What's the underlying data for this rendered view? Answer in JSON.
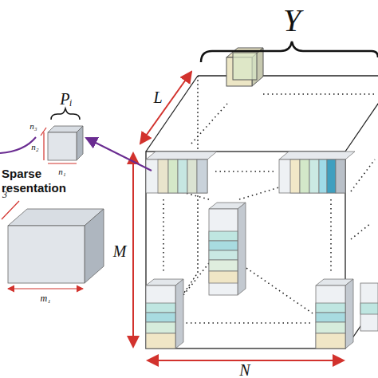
{
  "diagram": {
    "labels": [
      "Y",
      "L",
      "M",
      "N",
      "Pᵢ",
      "n₁",
      "n₂",
      "n₃",
      "Sparse",
      "resentation",
      "3",
      "m₁"
    ]
  }
}
